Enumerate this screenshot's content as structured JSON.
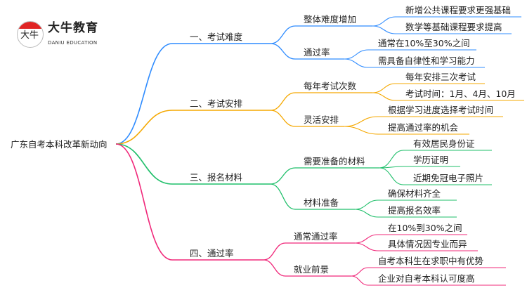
{
  "logo": {
    "name": "大牛教育",
    "subtitle": "DANIU EDUCATION",
    "badge_text": "大牛"
  },
  "colors": {
    "branch1": "#2f8cff",
    "branch2": "#f5a800",
    "branch3": "#1fbf6a",
    "branch4": "#f0287a"
  },
  "root": "广东自考本科改革新动向",
  "branches": [
    {
      "label": "一、考试难度",
      "children": [
        {
          "label": "整体难度增加",
          "children": [
            "新增公共课程要求更强基础",
            "数学等基础课程要求提高"
          ]
        },
        {
          "label": "通过率",
          "children": [
            "通常在10%至30%之间",
            "需具备自律性和学习能力"
          ]
        }
      ]
    },
    {
      "label": "二、考试安排",
      "children": [
        {
          "label": "每年考试次数",
          "children": [
            "每年安排三次考试",
            "考试时间：1月、4月、10月"
          ]
        },
        {
          "label": "灵活安排",
          "children": [
            "根据学习进度选择考试时间",
            "提高通过率的机会"
          ]
        }
      ]
    },
    {
      "label": "三、报名材料",
      "children": [
        {
          "label": "需要准备的材料",
          "children": [
            "有效居民身份证",
            "学历证明",
            "近期免冠电子照片"
          ]
        },
        {
          "label": "材料准备",
          "children": [
            "确保材料齐全",
            "提高报名效率"
          ]
        }
      ]
    },
    {
      "label": "四、通过率",
      "children": [
        {
          "label": "通常通过率",
          "children": [
            "在10%到30%之间",
            "具体情况因专业而异"
          ]
        },
        {
          "label": "就业前景",
          "children": [
            "自考本科生在求职中有优势",
            "企业对自考本科认可度高"
          ]
        }
      ]
    }
  ]
}
